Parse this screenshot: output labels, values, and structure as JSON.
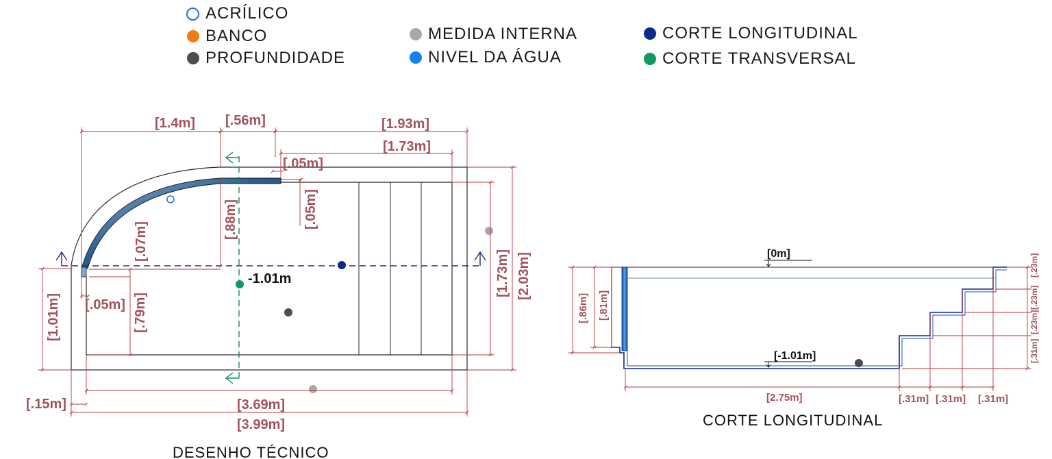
{
  "legend": [
    {
      "label": "ACRÍLICO",
      "color": "#1e6fd8",
      "style": "outline"
    },
    {
      "label": "BANCO",
      "color": "#f27d14",
      "style": "filled"
    },
    {
      "label": "PROFUNDIDADE",
      "color": "#4d4d4d",
      "style": "filled"
    },
    {
      "label": "MEDIDA INTERNA",
      "color": "#a8a8a8",
      "style": "filled"
    },
    {
      "label": "NIVEL DA ÁGUA",
      "color": "#1282f0",
      "style": "filled"
    },
    {
      "label": "CORTE LONGITUDINAL",
      "color": "#0a2a8c",
      "style": "filled"
    },
    {
      "label": "CORTE TRANSVERSAL",
      "color": "#109a62",
      "style": "filled"
    }
  ],
  "plan": {
    "caption": "DESENHO TÉCNICO",
    "depth_label": "-1.01m",
    "dims": {
      "d_1_4": "[1.4m]",
      "d_56": "[.56m]",
      "d_1_93": "[1.93m]",
      "d_1_73_top": "[1.73m]",
      "d_05_top": "[.05m]",
      "d_05_v": "[.05m]",
      "d_88": "[.88m]",
      "d_07": "[.07m]",
      "d_05_left": "[.05m]",
      "d_79": "[.79m]",
      "d_1_01": "[1.01m]",
      "d_1_73_right": "[1.73m]",
      "d_2_03": "[2.03m]",
      "d_15": "[.15m]",
      "d_3_69": "[3.69m]",
      "d_3_99": "[3.99m]"
    }
  },
  "section": {
    "caption": "CORTE LONGITUDINAL",
    "level_top": "[0m]",
    "level_bottom": "[-1.01m]",
    "dims": {
      "d_86": "[.86m]",
      "d_81": "[.81m]",
      "d_2_75": "[2.75m]",
      "d_31_a": "[.31m]",
      "d_31_b": "[.31m]",
      "d_31_c": "[.31m]",
      "r_23_a": "[.23m]",
      "r_23_b": "[.23m]",
      "r_23_c": "[.23m]",
      "r_31": "[.31m]"
    }
  }
}
